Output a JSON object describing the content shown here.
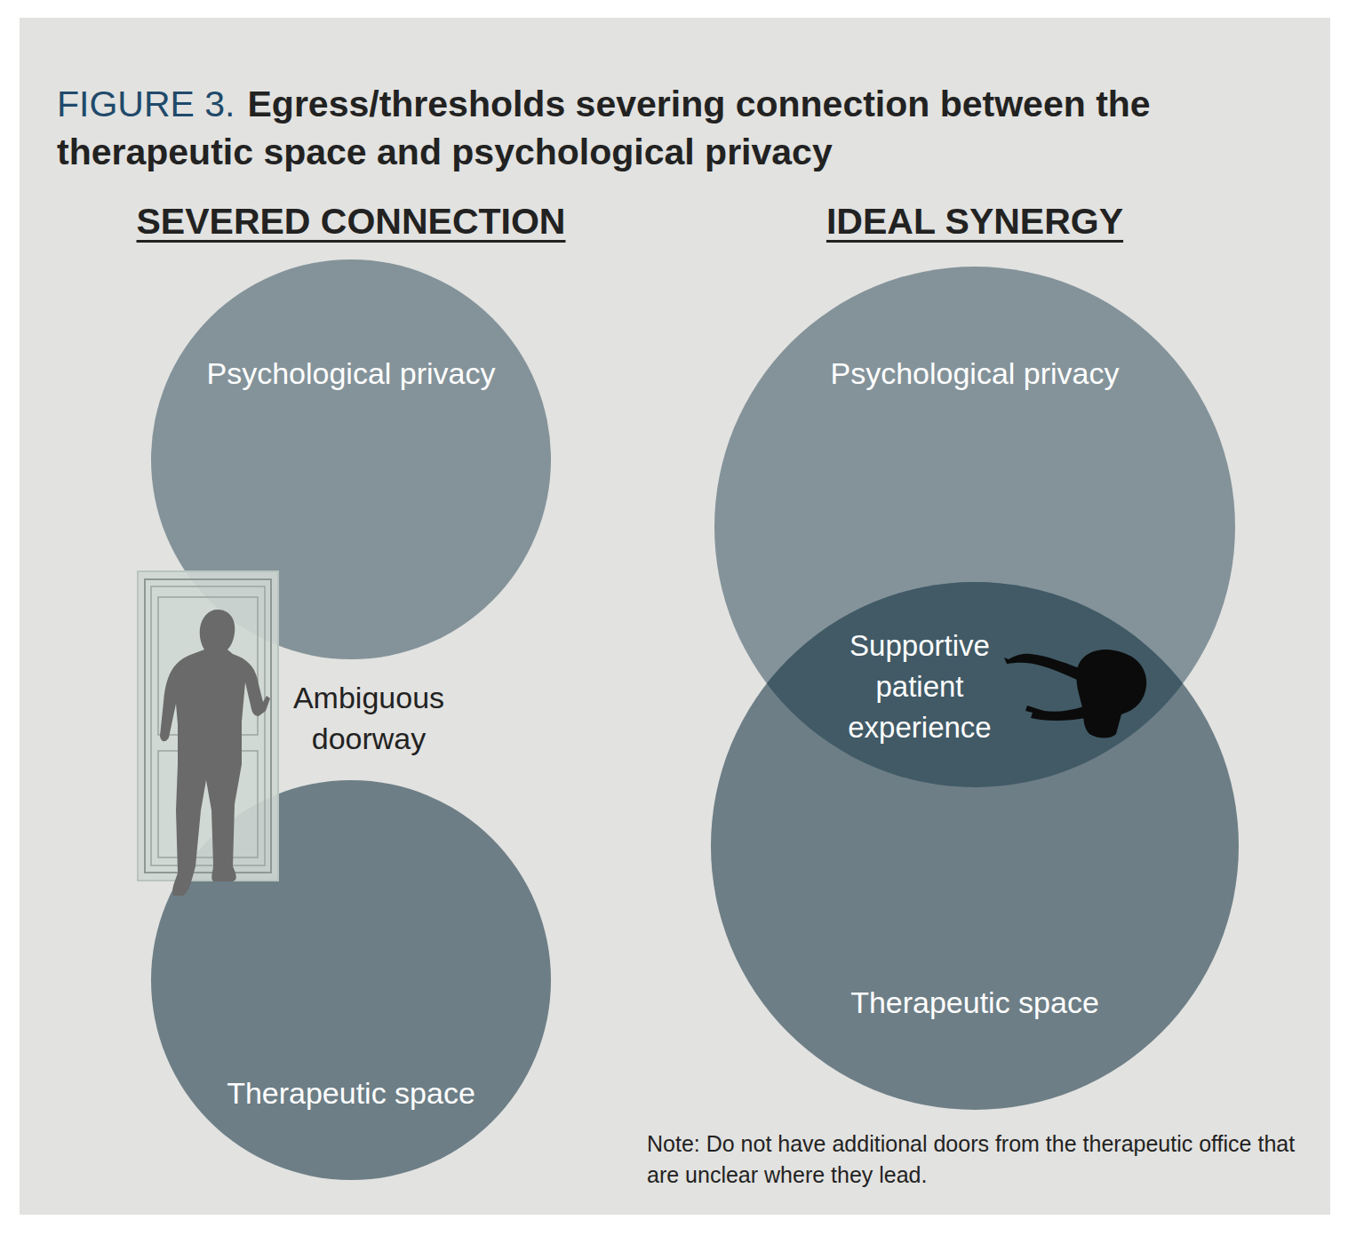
{
  "diagram": {
    "title": "Egress/thresholds severing connection between the therapeutic space and psychological privacy",
    "nodes": [
      {
        "text": [
          "Psychological privacy"
        ]
      },
      {
        "text": [
          "Therapeutic space"
        ]
      },
      {
        "text": [
          "Psychological privacy"
        ]
      },
      {
        "text": [
          "Therapeutic space"
        ]
      },
      {
        "text": [
          "Supportive patient experience"
        ]
      }
    ],
    "labels": [
      "FIGURE 3.",
      "SEVERED CONNECTION",
      "IDEAL SYNERGY",
      "Ambiguous doorway",
      "Note: Do not have additional doors from the therapeutic office that are unclear where they lead."
    ]
  }
}
